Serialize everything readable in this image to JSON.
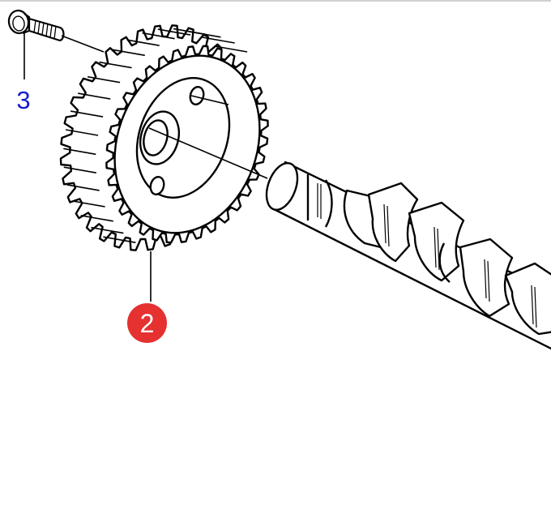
{
  "callouts": [
    {
      "label": "3",
      "color": "#1a1acc"
    },
    {
      "label": "2",
      "color": "#e5312f",
      "text_color": "#ffffff"
    }
  ],
  "parts": [
    {
      "callout": "3",
      "icon": "bolt-icon"
    },
    {
      "callout": "2",
      "icon": "gear-icon"
    },
    {
      "icon": "camshaft-icon"
    }
  ],
  "colors": {
    "line": "#000000",
    "background": "#ffffff"
  }
}
